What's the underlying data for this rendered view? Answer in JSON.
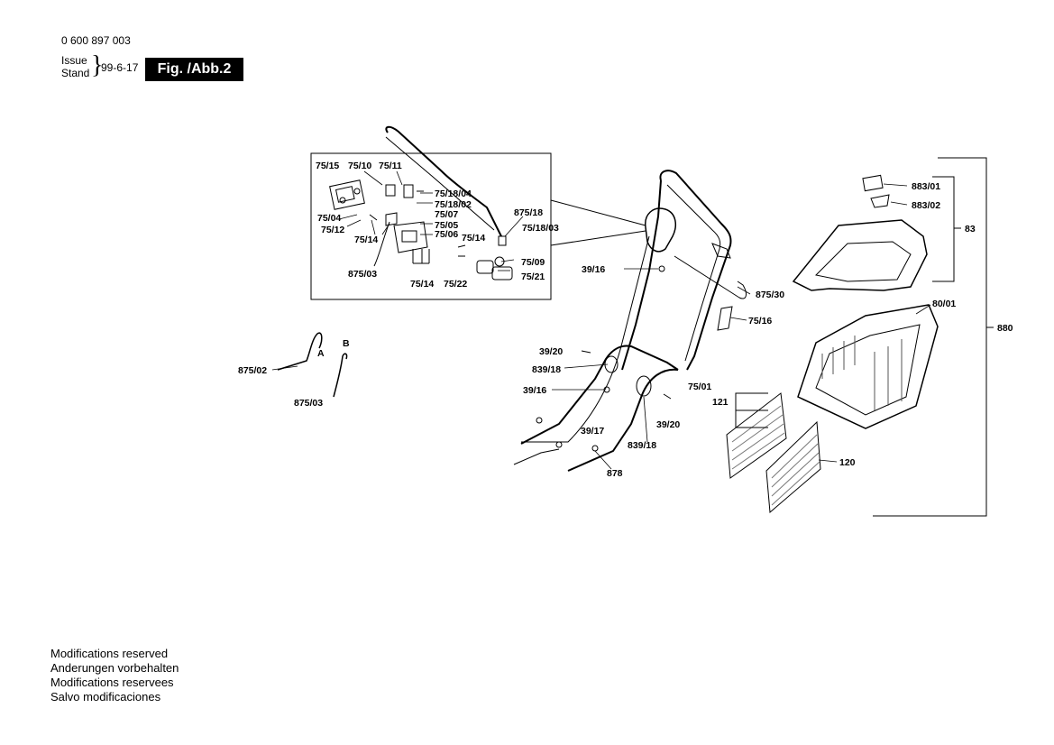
{
  "header": {
    "part_number": "0 600 897 003",
    "issue_label": "Issue",
    "stand_label": "Stand",
    "date": "99-6-17",
    "figure_label": "Fig. /Abb.2"
  },
  "callouts": {
    "c75_15": "75/15",
    "c75_10": "75/10",
    "c75_11": "75/11",
    "c75_18_04": "75/18/04",
    "c75_18_02": "75/18/02",
    "c75_07": "75/07",
    "c75_05": "75/05",
    "c75_06": "75/06",
    "c75_04": "75/04",
    "c75_12": "75/12",
    "c75_14a": "75/14",
    "c875_03a": "875/03",
    "c75_14b": "75/14",
    "c75_14c": "75/14",
    "c75_22": "75/22",
    "c75_09": "75/09",
    "c75_21": "75/21",
    "c875_18": "875/18",
    "c75_18_03": "75/18/03",
    "c39_16a": "39/16",
    "c875_30": "875/30",
    "c75_16": "75/16",
    "c39_20a": "39/20",
    "c839_18a": "839/18",
    "c39_16b": "39/16",
    "c39_17": "39/17",
    "c839_18b": "839/18",
    "c878": "878",
    "c39_20b": "39/20",
    "c75_01": "75/01",
    "c875_02": "875/02",
    "cA": "A",
    "cB": "B",
    "c875_03b": "875/03",
    "c883_01": "883/01",
    "c883_02": "883/02",
    "c83": "83",
    "c80_01": "80/01",
    "c880": "880",
    "c121": "121",
    "c120": "120"
  },
  "footer": {
    "line1": "Modifications reserved",
    "line2": "Anderungen vorbehalten",
    "line3": "Modifications reservees",
    "line4": "Salvo modificaciones"
  }
}
